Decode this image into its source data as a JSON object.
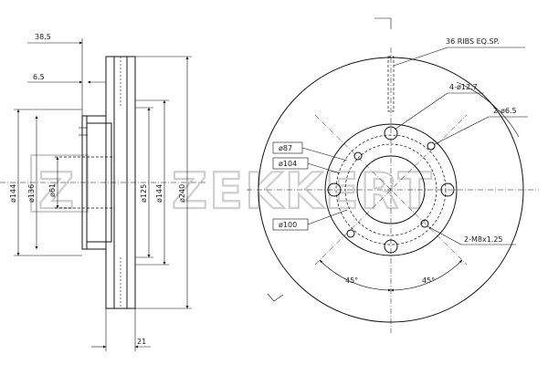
{
  "watermark": {
    "text": "ZEKKERT"
  },
  "side_view": {
    "dims": {
      "top_offset": "38.5",
      "hat_depth": "6.5",
      "dia_outer_left": "ø144",
      "dia_136": "ø136",
      "dia_61": "ø61",
      "dia_125": "ø125",
      "dia_144_right": "ø144",
      "dia_240": "ø240",
      "thickness": "21"
    }
  },
  "front_view": {
    "labels": {
      "ribs": "36 RIBS EQ.SP.",
      "holes_large": "4-ø12.7",
      "holes_small": "2-ø6.5",
      "pcd_87": "ø87",
      "pcd_104": "ø104",
      "pcd_100": "ø100",
      "thread": "2-M8x1.25",
      "angle_left": "45°",
      "angle_right": "45°"
    }
  }
}
